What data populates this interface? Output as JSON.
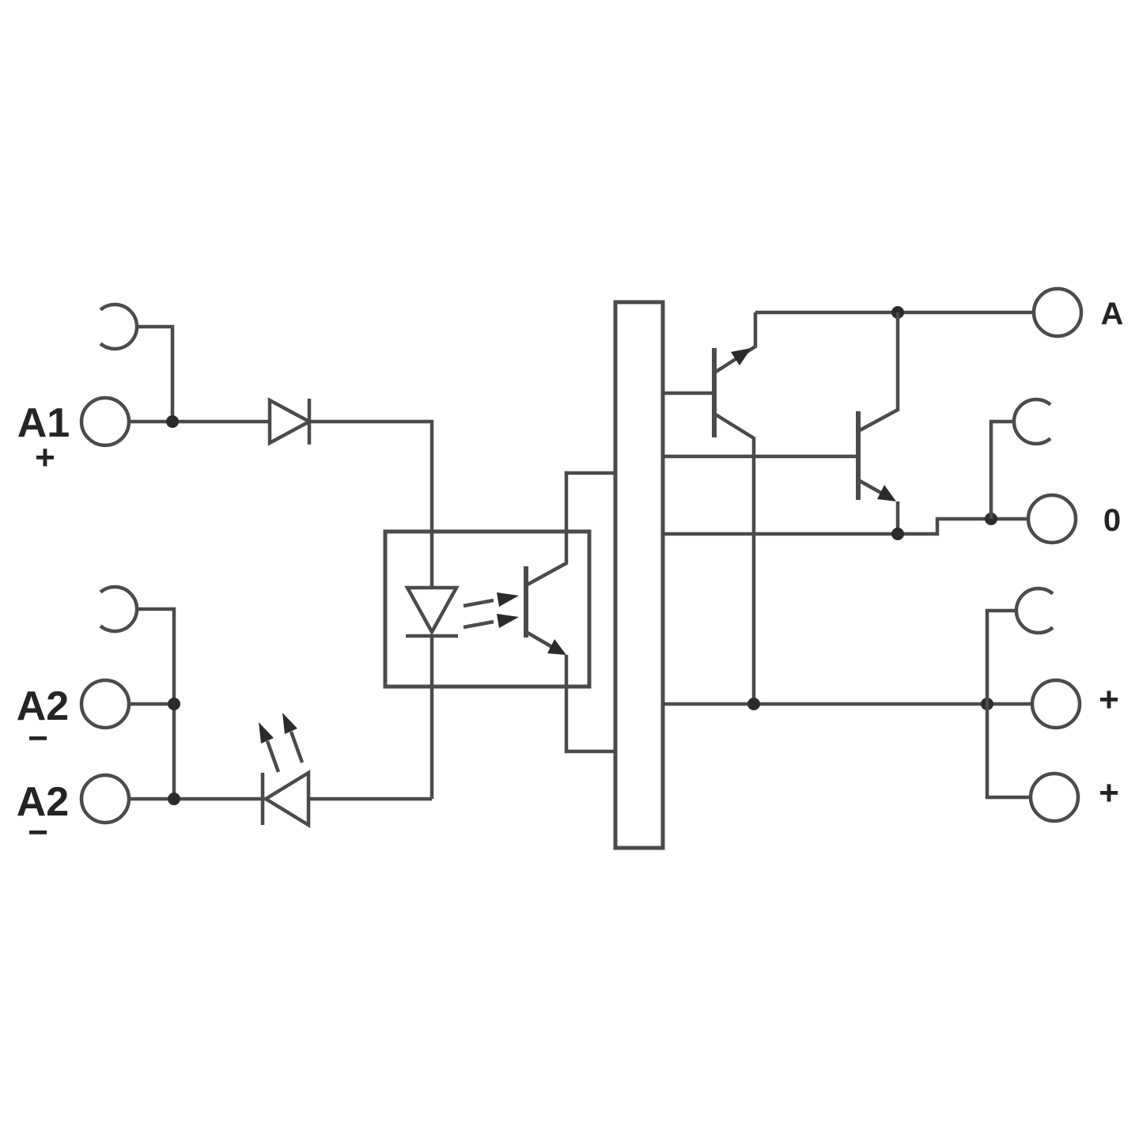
{
  "colors": {
    "line": "#4b4b4b",
    "solid": "#2b2b2b",
    "dot": "#2b2b2b",
    "text": "#242424",
    "background": "#ffffff"
  },
  "diagram": {
    "name": "opto-isolated-relay-module-circuit-diagram",
    "left_terminals": [
      {
        "id": "a1",
        "label": "A1",
        "polarity": "+"
      },
      {
        "id": "a2-upper",
        "label": "A2",
        "polarity": "−"
      },
      {
        "id": "a2-lower",
        "label": "A2",
        "polarity": "−"
      }
    ],
    "right_terminals": [
      {
        "id": "out-a",
        "label": "A"
      },
      {
        "id": "out-0",
        "label": "0"
      },
      {
        "id": "plus-upper",
        "label": "+"
      },
      {
        "id": "plus-lower",
        "label": "+"
      }
    ],
    "symbols": {
      "disconnect_bridge_contact": "half-circle arc",
      "input_diode": "series diode",
      "optocoupler": "LED + phototransistor in box",
      "indicator_led": "LED with emission arrows",
      "isolation_barrier": "tall narrow rectangle",
      "output_transistors": "two-transistor output stage"
    }
  }
}
